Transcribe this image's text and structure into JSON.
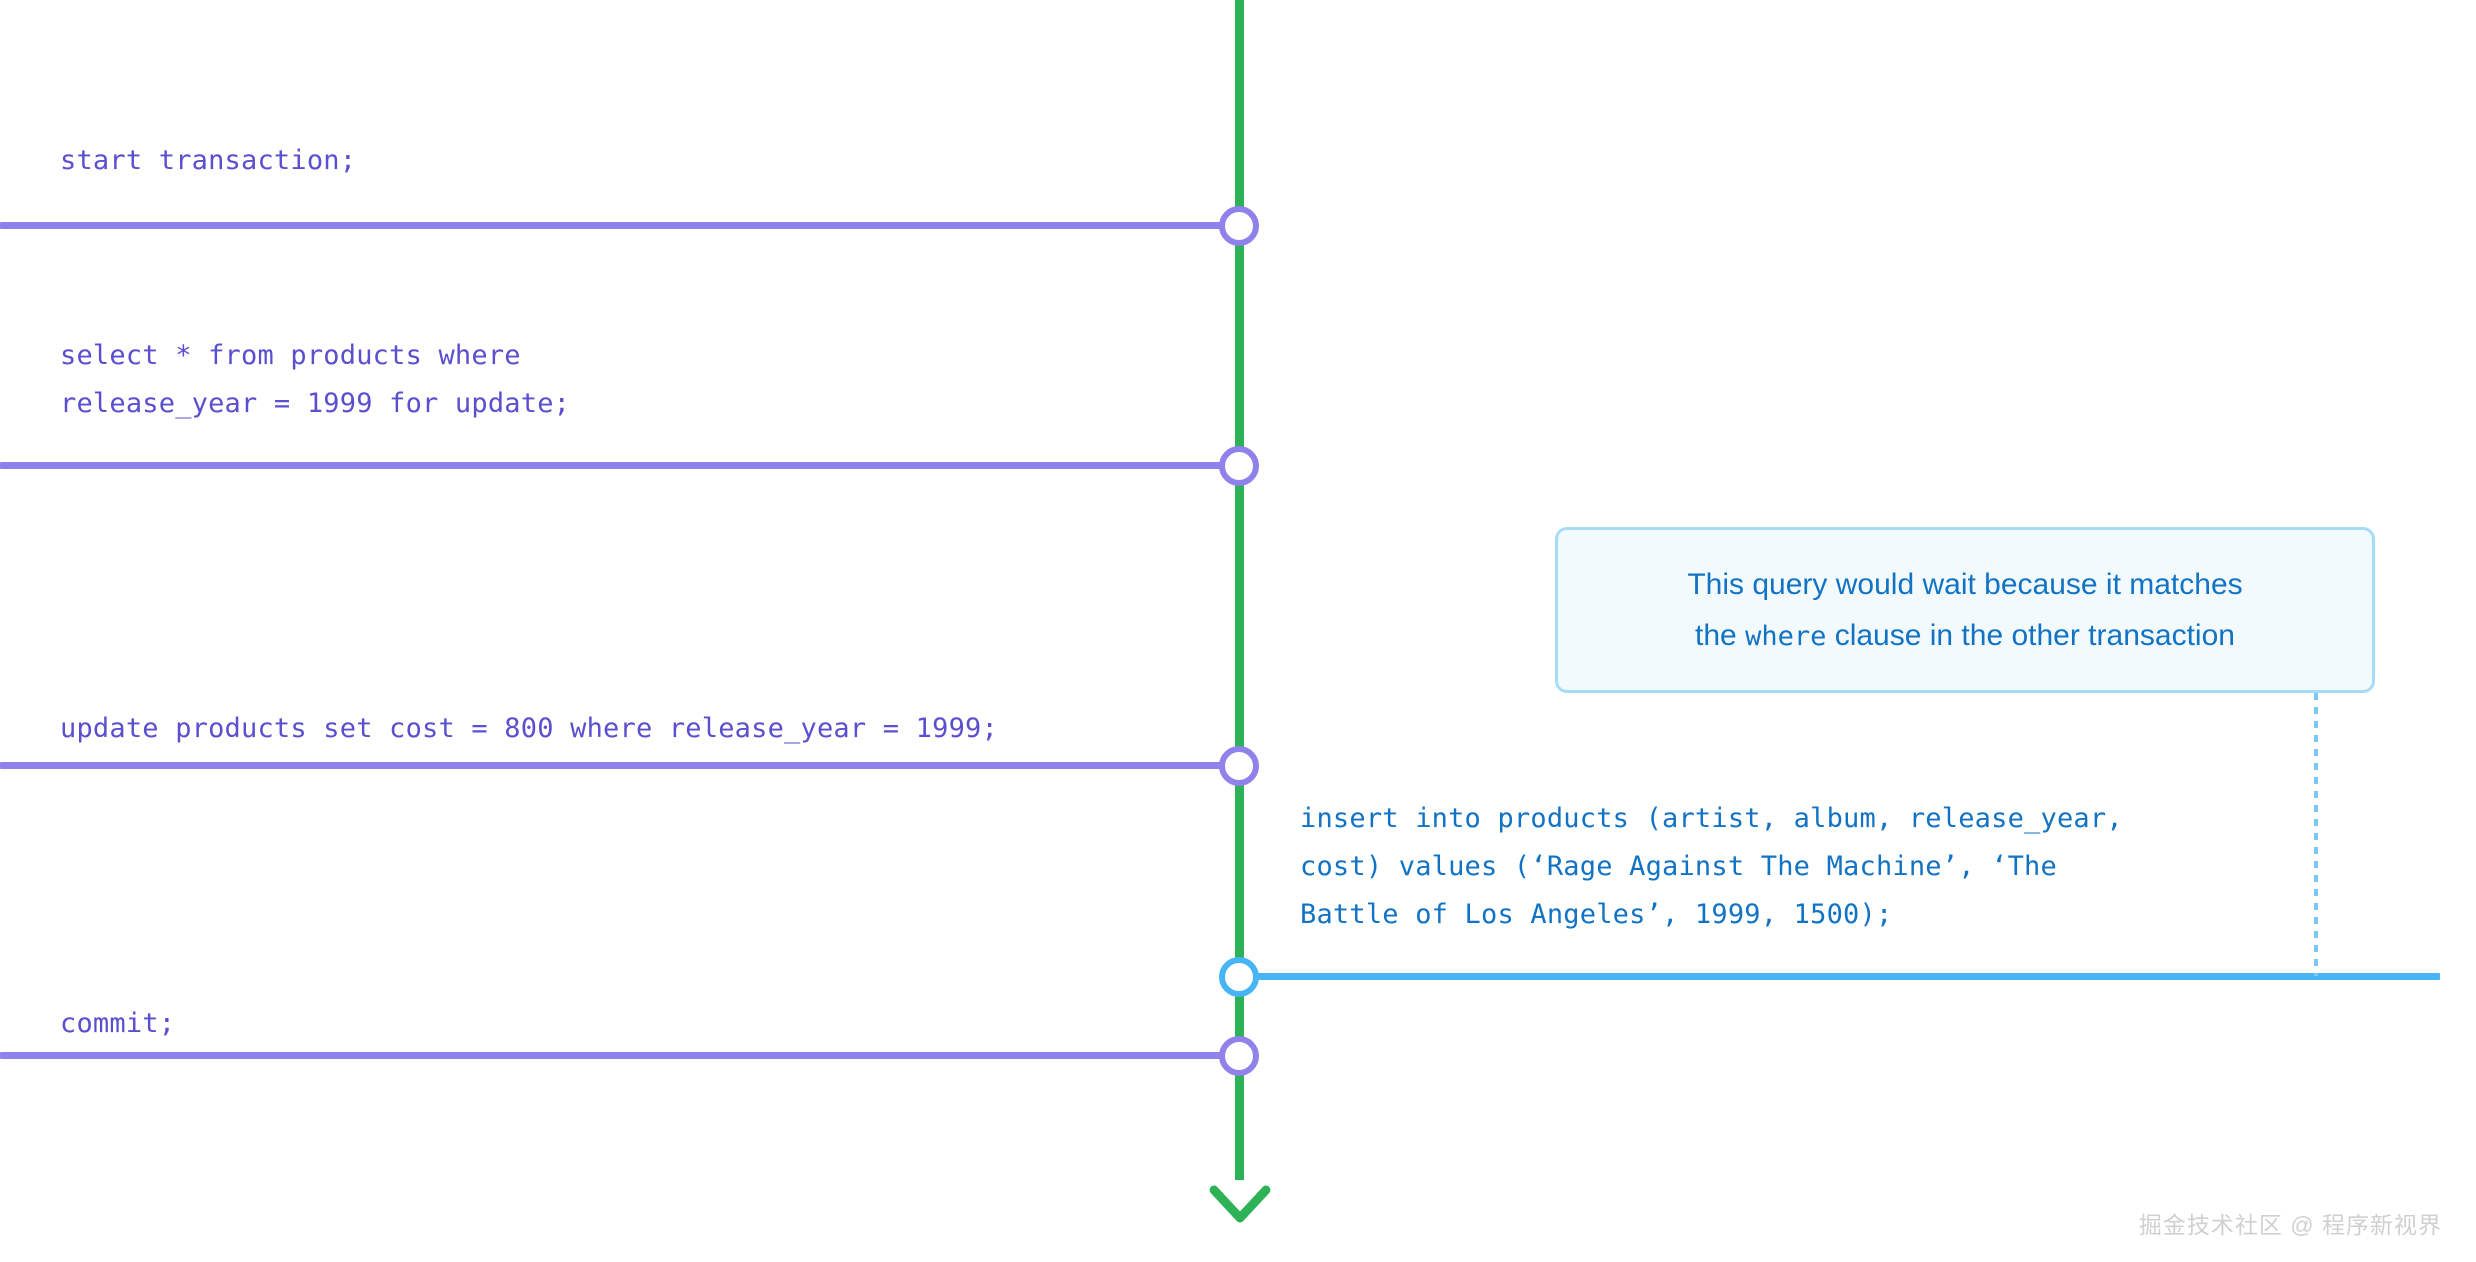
{
  "diagram": {
    "title": "MySQL transaction locking timeline",
    "colors": {
      "timeline_axis": "#2eb257",
      "transaction_a_rail": "#8f82ea",
      "transaction_b_rail": "#47b4f5",
      "statement_left_text": "#5a4fcf",
      "statement_right_text": "#1273c4",
      "callout_background": "#f2fafe",
      "callout_border": "#a6dcf7",
      "background": "#ffffff",
      "watermark": "#d0d0d0"
    },
    "left_statements": [
      {
        "id": "start-transaction",
        "text": "start transaction;"
      },
      {
        "id": "select-for-update",
        "text": "select * from products where\nrelease_year = 1999 for update;"
      },
      {
        "id": "update-products",
        "text": "update products set cost = 800 where release_year = 1999;"
      },
      {
        "id": "commit",
        "text": "commit;"
      }
    ],
    "right_statements": [
      {
        "id": "insert-products",
        "text": "insert into products (artist, album, release_year,\ncost) values (‘Rage Against The Machine’, ‘The\nBattle of Los Angeles’, 1999, 1500);"
      }
    ],
    "callout": {
      "line1_before": "This query would wait because it matches",
      "line2_before": "the ",
      "line2_mono": "where",
      "line2_after": " clause in the other transaction"
    },
    "nodes": [
      {
        "id": "node-start-transaction",
        "color": "purple"
      },
      {
        "id": "node-select-for-update",
        "color": "purple"
      },
      {
        "id": "node-update-products",
        "color": "purple"
      },
      {
        "id": "node-insert-blocked",
        "color": "blue"
      },
      {
        "id": "node-commit",
        "color": "purple"
      }
    ],
    "watermark": "掘金技术社区 @ 程序新视界"
  }
}
